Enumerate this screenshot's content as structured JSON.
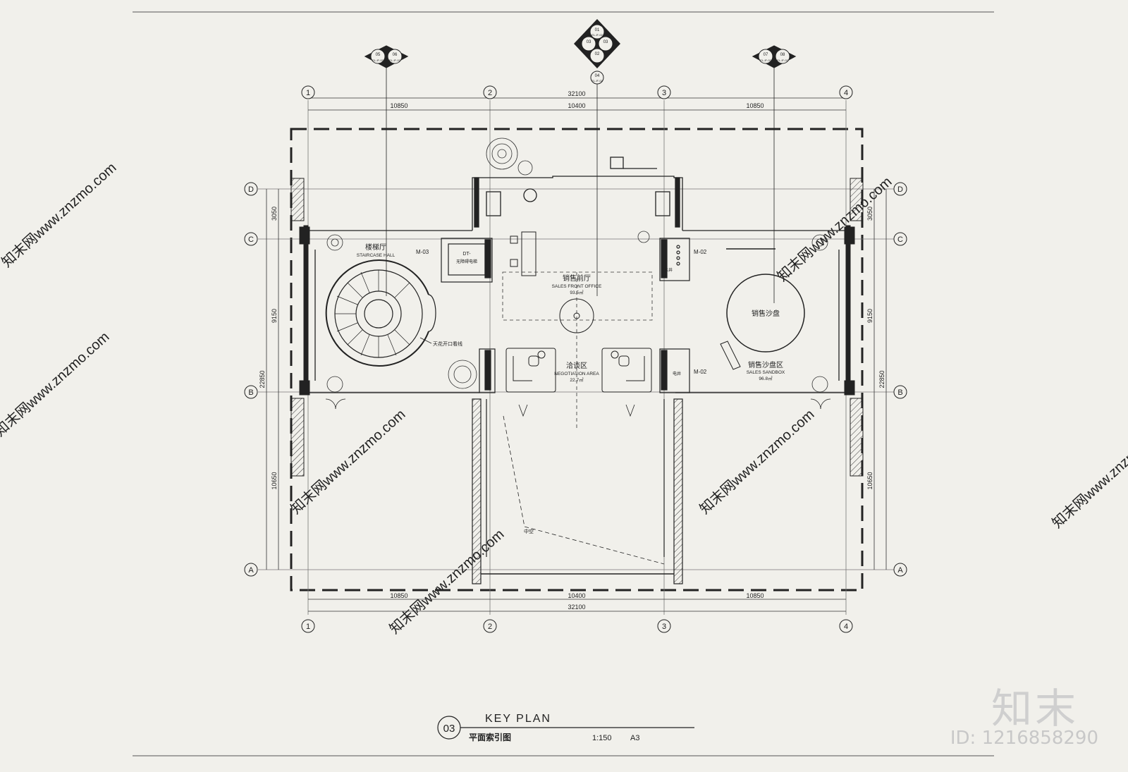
{
  "grid": {
    "columns": [
      "1",
      "2",
      "3",
      "4"
    ],
    "rows": [
      "D",
      "C",
      "B",
      "A"
    ],
    "overall_width": "32100",
    "bay_widths": [
      "10850",
      "10400",
      "10850"
    ],
    "left_dims": [
      "3050",
      "9150",
      "10650"
    ],
    "left_total": "22850",
    "right_dims": [
      "3050",
      "9150",
      "10650"
    ],
    "right_total": "22850"
  },
  "rooms": {
    "staircase_cn": "楼梯厅",
    "staircase_en": "STAIRCASE HALL",
    "front_cn": "销售前厅",
    "front_en": "SALES FRONT OFFICE",
    "front_area": "93.5㎡",
    "nego_cn": "洽谈区",
    "nego_en": "NEGOTIATION AREA",
    "nego_area": "22.7㎡",
    "sandbox_cn": "销售沙盘区",
    "sandbox_en": "SALES SANDBOX",
    "sandbox_area": "96.8㎡",
    "sandbox_model": "销售沙盘",
    "void": "中空",
    "skylight_note": "天花开口看线",
    "mirror_l": "M-03",
    "mirror_r1": "M-02",
    "mirror_r2": "M-02",
    "elev_tag": "DT-",
    "elev_sub": "无障碍电梯",
    "well_label": "电井",
    "aircond": "水井"
  },
  "index_marks": {
    "left": [
      "05",
      "06"
    ],
    "center": [
      "01",
      "02",
      "03",
      "04"
    ],
    "right": [
      "07",
      "08"
    ],
    "sheet": "EL-IF-02"
  },
  "title_block": {
    "number": "03",
    "title_en": "KEY PLAN",
    "title_cn": "平面索引图",
    "scale": "1:150",
    "paper": "A3"
  },
  "watermark": {
    "brand": "知末",
    "id": "ID: 1216858290",
    "url": "知末网www.znzmo.com"
  },
  "colors": {
    "line": "#222222",
    "paper": "#f1f0eb",
    "watermark": "#c9c9c9"
  }
}
